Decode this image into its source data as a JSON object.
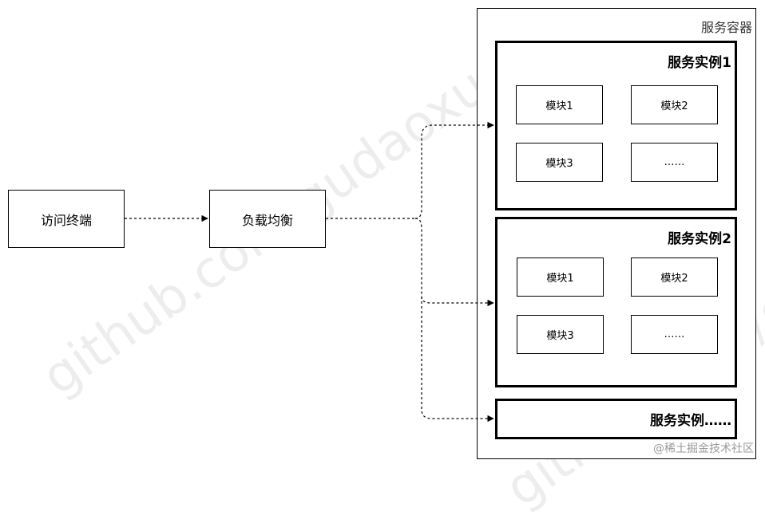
{
  "nodes": {
    "terminal": "访问终端",
    "load_balancer": "负载均衡"
  },
  "container": {
    "title": "服务容器",
    "instances": [
      {
        "title": "服务实例1",
        "modules": [
          "模块1",
          "模块2",
          "模块3",
          "……"
        ]
      },
      {
        "title": "服务实例2",
        "modules": [
          "模块1",
          "模块2",
          "模块3",
          "……"
        ]
      },
      {
        "title": "服务实例……"
      }
    ]
  },
  "watermark": "github.com/gudaoxuri",
  "credit": "@稀土掘金技术社区",
  "colors": {
    "stroke": "#000000",
    "background": "#ffffff"
  }
}
